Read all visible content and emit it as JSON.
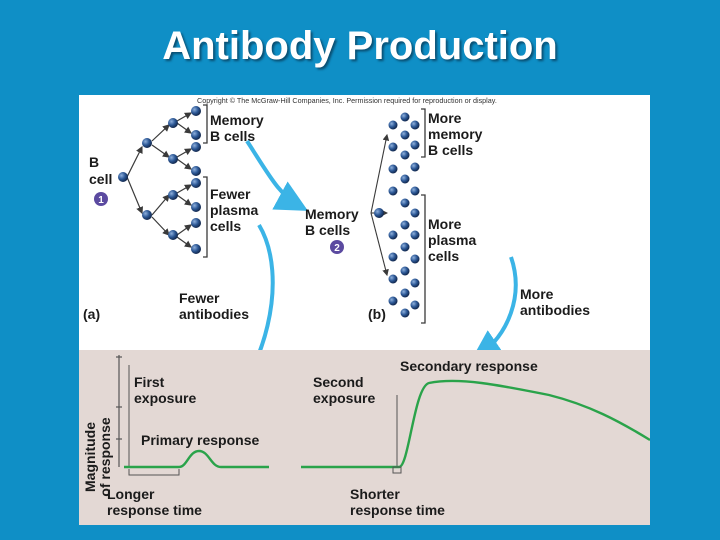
{
  "slide": {
    "title": "Antibody Production"
  },
  "figure": {
    "copyright": "Copyright © The McGraw-Hill Companies, Inc. Permission required for reproduction or display.",
    "panel_a": {
      "label": "(a)",
      "b_cell_line1": "B",
      "b_cell_line2": "cell",
      "step_number": "1",
      "memory_line1": "Memory",
      "memory_line2": "B cells",
      "fewer_plasma_line1": "Fewer",
      "fewer_plasma_line2": "plasma",
      "fewer_plasma_line3": "cells",
      "fewer_antibodies_line1": "Fewer",
      "fewer_antibodies_line2": "antibodies"
    },
    "panel_b": {
      "label": "(b)",
      "memory_line1": "Memory",
      "memory_line2": "B cells",
      "step_number": "2",
      "more_memory_line1": "More",
      "more_memory_line2": "memory",
      "more_memory_line3": "B cells",
      "more_plasma_line1": "More",
      "more_plasma_line2": "plasma",
      "more_plasma_line3": "cells",
      "more_antibodies_line1": "More",
      "more_antibodies_line2": "antibodies"
    },
    "graph": {
      "ylabel_line1": "Magnitude",
      "ylabel_line2": "of response",
      "first_exposure_line1": "First",
      "first_exposure_line2": "exposure",
      "primary_response": "Primary response",
      "second_exposure_line1": "Second",
      "second_exposure_line2": "exposure",
      "secondary_response": "Secondary response",
      "longer_line1": "Longer",
      "longer_line2": "response time",
      "shorter_line1": "Shorter",
      "shorter_line2": "response time"
    },
    "colors": {
      "cell": "#1d3f73",
      "cell_highlight": "#6f95c6",
      "arrow": "#3a3a3a",
      "cyan_arrow": "#3bb4e6",
      "graph_bg": "#e3d8d4",
      "curve": "#2aa34a"
    }
  }
}
